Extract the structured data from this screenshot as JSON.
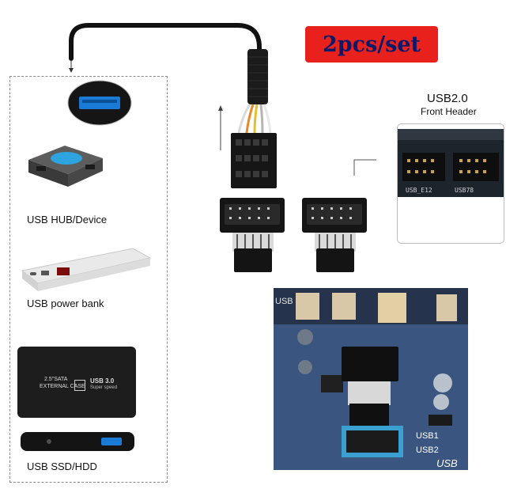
{
  "badge": {
    "text": "2pcs/set",
    "bg": "#e8211c",
    "fg": "#0a1a6b"
  },
  "header": {
    "title": "USB2.0",
    "subtitle": "Front Header"
  },
  "devices": [
    {
      "label": "USB HUB/Device"
    },
    {
      "label": "USB power bank"
    },
    {
      "label": "USB SSD/HDD"
    }
  ],
  "ssd_case": {
    "line1": "2.5\"SATA",
    "line2": "EXTERNAL CASE",
    "badge": "USB 3.0",
    "speed": "Super speed"
  },
  "inset_marks": {
    "left": "USB_E12",
    "right": "USB78"
  },
  "photo_marks": {
    "top_left": "USB",
    "usb1": "USB1",
    "usb2": "USB2",
    "corner": "USB"
  }
}
